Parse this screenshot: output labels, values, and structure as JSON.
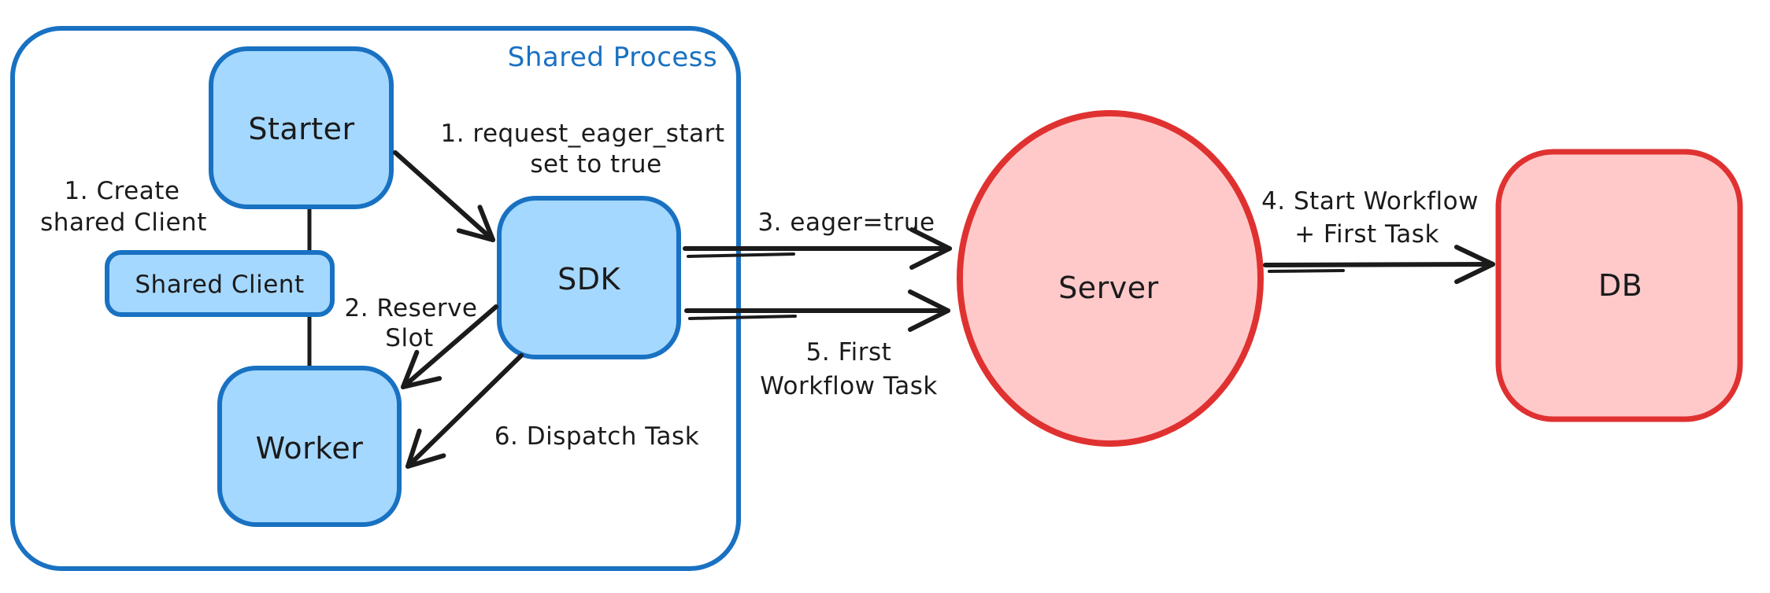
{
  "diagram": {
    "frame": {
      "label": "Shared Process"
    },
    "nodes": {
      "starter": {
        "label": "Starter"
      },
      "shared_client": {
        "label": "Shared Client"
      },
      "worker": {
        "label": "Worker"
      },
      "sdk": {
        "label": "SDK"
      },
      "server": {
        "label": "Server"
      },
      "db": {
        "label": "DB"
      }
    },
    "annotations": {
      "create_client": {
        "line1": "1. Create",
        "line2": "shared Client"
      },
      "request_eager_start": {
        "line1": "1. request_eager_start",
        "line2": "set to true"
      },
      "reserve_slot": {
        "line1": "2. Reserve",
        "line2": "Slot"
      },
      "eager_true": {
        "line1": "3. eager=true"
      },
      "start_workflow": {
        "line1": "4. Start Workflow",
        "line2": "+ First Task"
      },
      "first_workflow_task": {
        "line1": "5. First",
        "line2": "Workflow Task"
      },
      "dispatch_task": {
        "line1": "6. Dispatch Task"
      }
    },
    "colors": {
      "blue_stroke": "#1971c2",
      "blue_fill": "#a5d8ff",
      "red_stroke": "#e03131",
      "red_fill": "#ffc9c9",
      "ink": "#1b1b1b",
      "background": "#ffffff"
    }
  }
}
